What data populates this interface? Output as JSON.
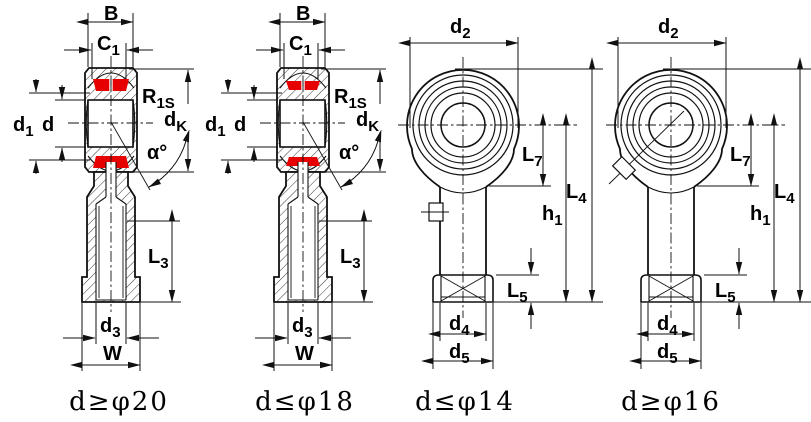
{
  "figure": {
    "type": "technical-dimension-drawing",
    "subject": "rod end spherical bearing views",
    "background": "#ffffff",
    "line_color": "#111111",
    "seal_color": "#e60000"
  },
  "dim_labels": {
    "B": {
      "main": "B",
      "sub": ""
    },
    "C1": {
      "main": "C",
      "sub": "1"
    },
    "R1S": {
      "main": "R",
      "sub": "1S"
    },
    "d1": {
      "main": "d",
      "sub": "1"
    },
    "d": {
      "main": "d",
      "sub": ""
    },
    "dK": {
      "main": "d",
      "sub": "K"
    },
    "alpha": {
      "main": "α°",
      "sub": ""
    },
    "L3": {
      "main": "L",
      "sub": "3"
    },
    "d3": {
      "main": "d",
      "sub": "3"
    },
    "W": {
      "main": "W",
      "sub": ""
    },
    "d2": {
      "main": "d",
      "sub": "2"
    },
    "L7": {
      "main": "L",
      "sub": "7"
    },
    "L4": {
      "main": "L",
      "sub": "4"
    },
    "h1": {
      "main": "h",
      "sub": "1"
    },
    "L5": {
      "main": "L",
      "sub": "5"
    },
    "d4": {
      "main": "d",
      "sub": "4"
    },
    "d5": {
      "main": "d",
      "sub": "5"
    }
  },
  "panels": [
    {
      "id": "section-left",
      "view": "cross-section",
      "caption": "d≥φ20",
      "dims": [
        "B",
        "C1",
        "R1S",
        "d1",
        "d",
        "dK",
        "α°",
        "L3",
        "d3",
        "W"
      ]
    },
    {
      "id": "section-right",
      "view": "cross-section",
      "caption": "d≤φ18",
      "dims": [
        "B",
        "C1",
        "R1S",
        "d1",
        "d",
        "dK",
        "α°",
        "L3",
        "d3",
        "W"
      ]
    },
    {
      "id": "front-left",
      "view": "front",
      "caption": "d≤φ14",
      "dims": [
        "d2",
        "L7",
        "L4",
        "h1",
        "L5",
        "d4",
        "d5"
      ]
    },
    {
      "id": "front-right",
      "view": "front",
      "caption": "d≥φ16",
      "dims": [
        "d2",
        "L7",
        "L4",
        "h1",
        "L5",
        "d4",
        "d5"
      ]
    }
  ]
}
